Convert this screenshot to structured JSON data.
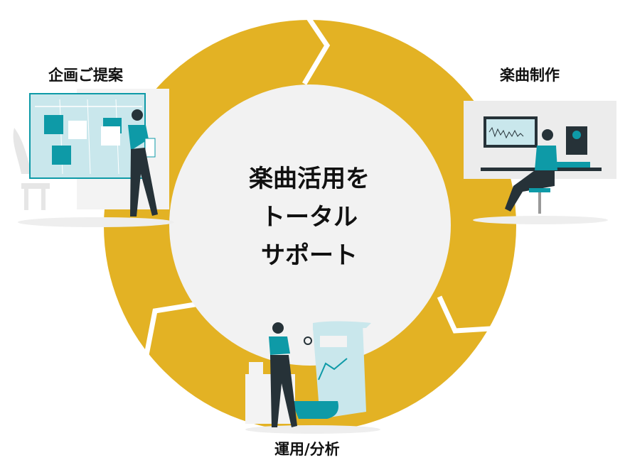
{
  "center": {
    "lines": [
      "楽曲活用を",
      "トータル",
      "サポート"
    ]
  },
  "stages": {
    "planning": "企画ご提案",
    "production": "楽曲制作",
    "operation": "運用/分析"
  },
  "colors": {
    "ring": "#E3B224",
    "center_fill": "#F2F2F2",
    "teal": "#0E9AA7",
    "dark": "#263238"
  }
}
